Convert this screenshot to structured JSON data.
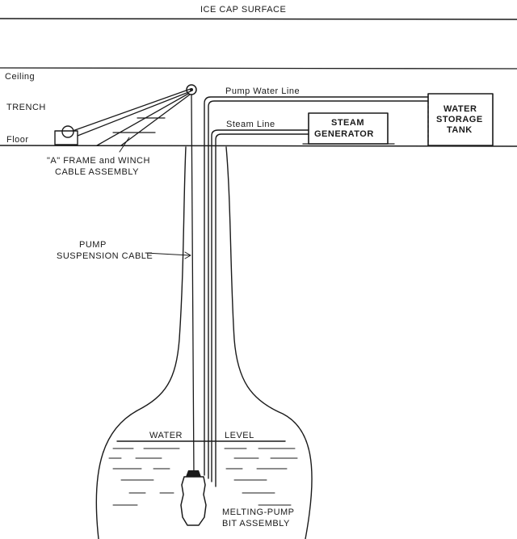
{
  "diagram": {
    "labels": {
      "ice_cap_surface": "ICE CAP SURFACE",
      "ceiling": "Ceiling",
      "trench": "TRENCH",
      "floor": "Floor",
      "pump_water_line": "Pump Water Line",
      "steam_line": "Steam Line",
      "steam_generator_line1": "STEAM",
      "steam_generator_line2": "GENERATOR",
      "water_storage_tank_line1": "WATER",
      "water_storage_tank_line2": "STORAGE",
      "water_storage_tank_line3": "TANK",
      "a_frame_line1": "\"A\" FRAME and WINCH",
      "a_frame_line2": "CABLE ASSEMBLY",
      "pump_cable_line1": "PUMP",
      "pump_cable_line2": "SUSPENSION CABLE",
      "water": "WATER",
      "level": "LEVEL",
      "bit_line1": "MELTING-PUMP",
      "bit_line2": "BIT ASSEMBLY"
    }
  }
}
